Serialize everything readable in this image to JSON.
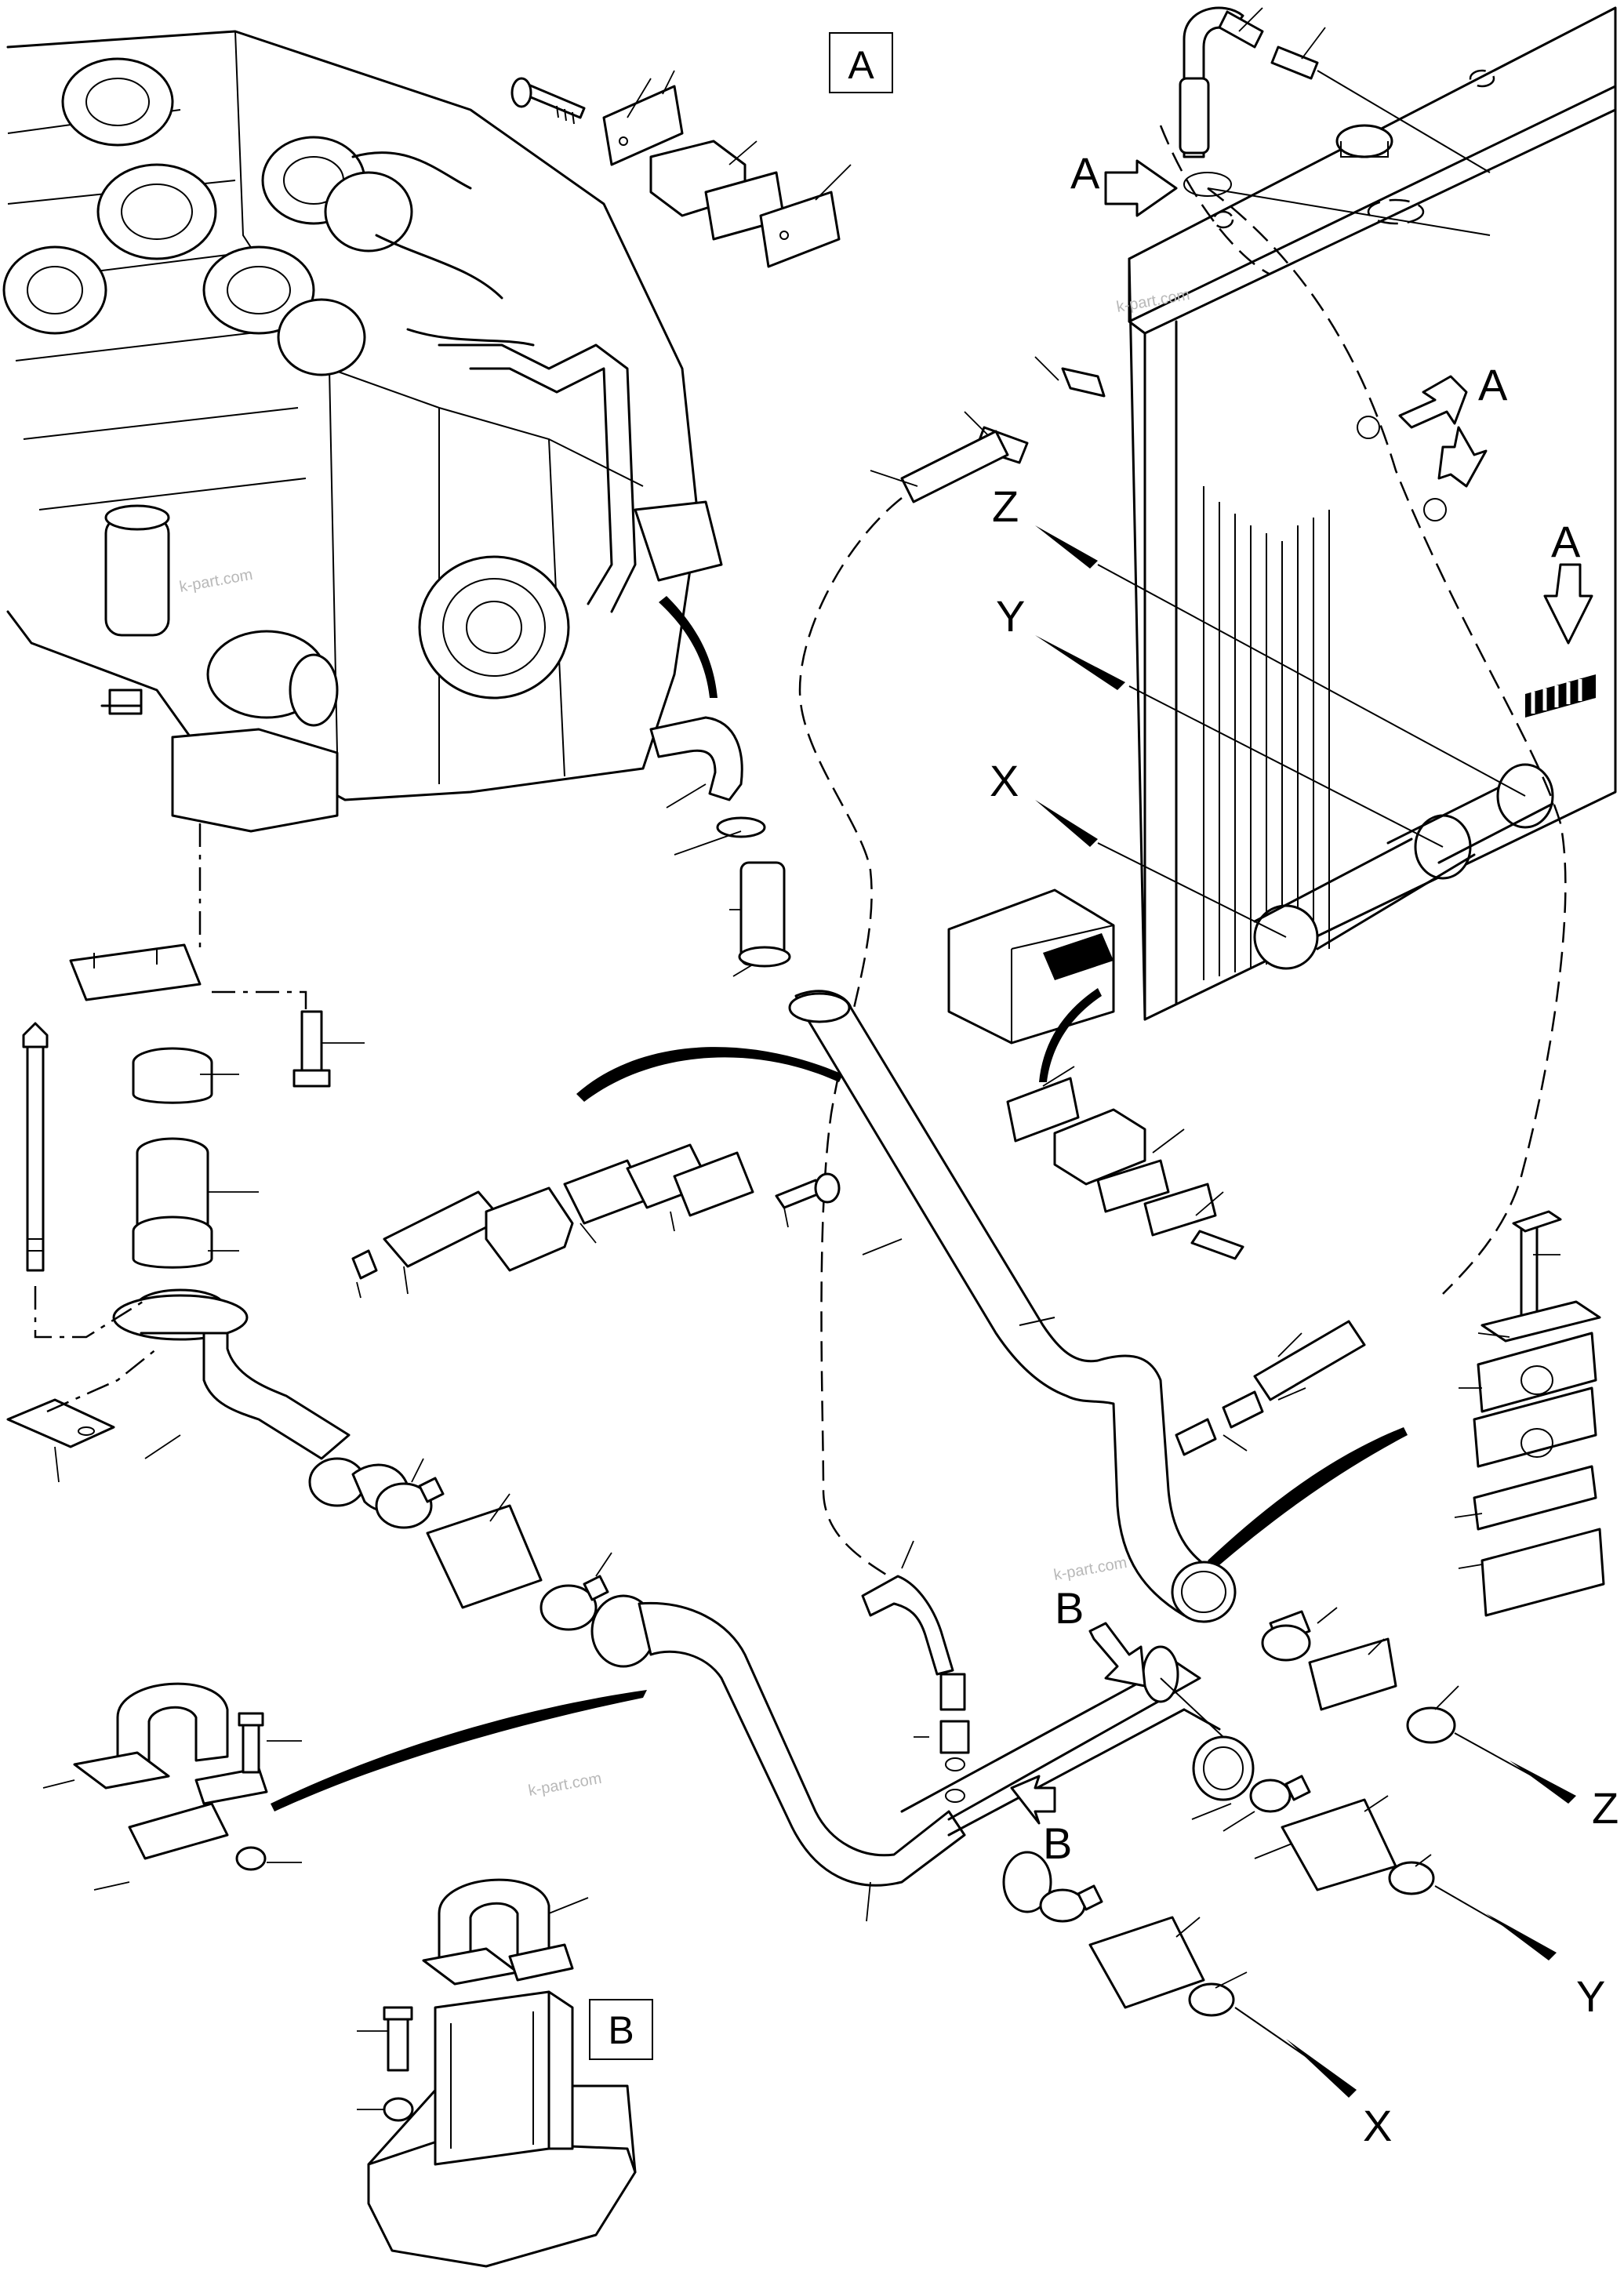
{
  "labels": {
    "box_A": "A",
    "box_B": "B",
    "arrow_A_top": "A",
    "arrow_A_right1": "A",
    "arrow_A_right2": "A",
    "arrow_B_1": "B",
    "arrow_B_2": "B",
    "z_left": "Z",
    "y_left": "Y",
    "x_left": "X",
    "z_right": "Z",
    "y_right": "Y",
    "x_right": "X"
  },
  "watermarks": [
    "k-part.com",
    "k-part.com",
    "k-part.com",
    "k-part.com"
  ],
  "colors": {
    "line": "#000000",
    "background": "#ffffff",
    "watermark": "#b8b8b8"
  }
}
